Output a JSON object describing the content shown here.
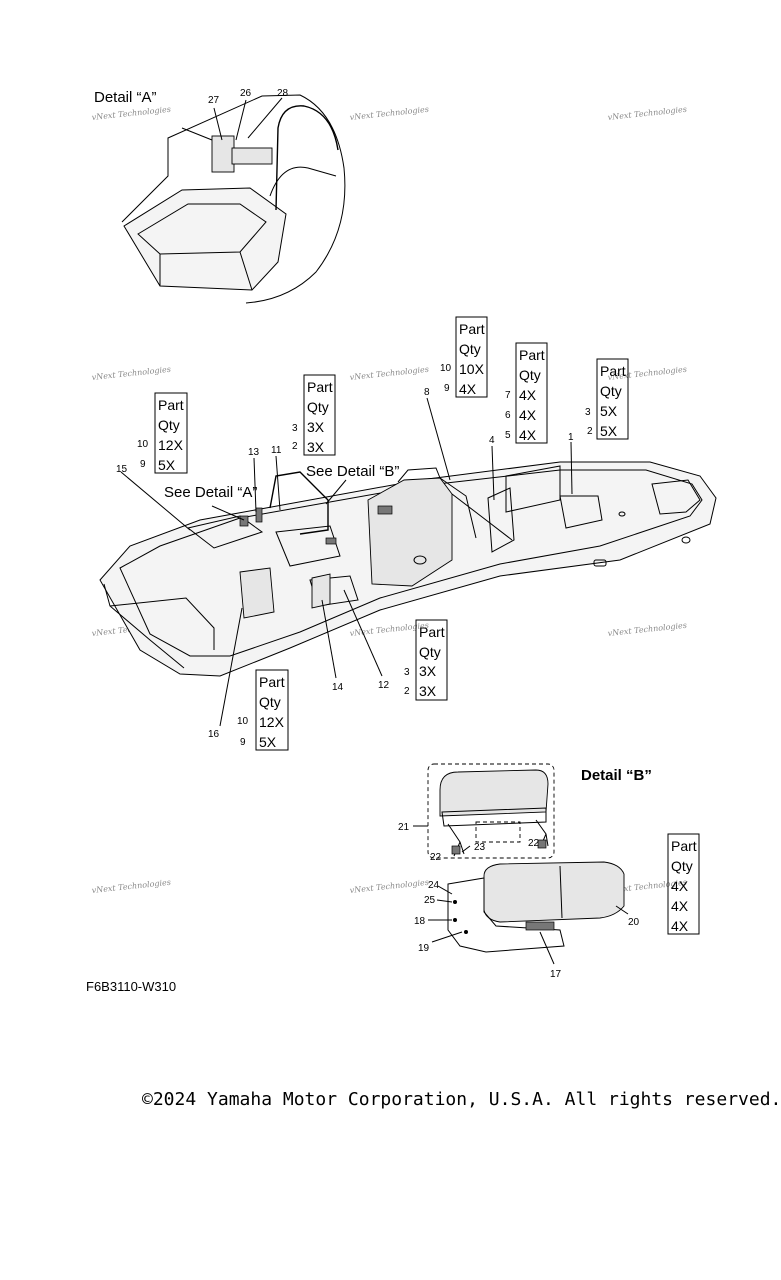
{
  "detail_a": {
    "title": "Detail “A”",
    "callouts": [
      "27",
      "26",
      "28"
    ]
  },
  "detail_b": {
    "title": "Detail “B”",
    "callouts": [
      "21",
      "22",
      "23",
      "22",
      "24",
      "25",
      "18",
      "19",
      "17",
      "20"
    ]
  },
  "main_view": {
    "see_detail_a": "See Detail “A”",
    "see_detail_b": "See Detail “B”",
    "callouts": [
      "15",
      "13",
      "11",
      "8",
      "4",
      "1",
      "16",
      "14",
      "12"
    ]
  },
  "tables": [
    {
      "rows": [
        {
          "part": "Part",
          "qty": ""
        },
        {
          "part": "Qty",
          "qty": ""
        },
        {
          "part": "10",
          "qty": "12X"
        },
        {
          "part": "9",
          "qty": "5X"
        }
      ]
    },
    {
      "rows": [
        {
          "part": "Part",
          "qty": ""
        },
        {
          "part": "Qty",
          "qty": ""
        },
        {
          "part": "3",
          "qty": "3X"
        },
        {
          "part": "2",
          "qty": "3X"
        }
      ]
    },
    {
      "rows": [
        {
          "part": "Part",
          "qty": ""
        },
        {
          "part": "Qty",
          "qty": ""
        },
        {
          "part": "10",
          "qty": "10X"
        },
        {
          "part": "9",
          "qty": "4X"
        }
      ]
    },
    {
      "rows": [
        {
          "part": "Part",
          "qty": ""
        },
        {
          "part": "Qty",
          "qty": ""
        },
        {
          "part": "7",
          "qty": "4X"
        },
        {
          "part": "6",
          "qty": "4X"
        },
        {
          "part": "5",
          "qty": "4X"
        }
      ]
    },
    {
      "rows": [
        {
          "part": "Part",
          "qty": ""
        },
        {
          "part": "Qty",
          "qty": ""
        },
        {
          "part": "3",
          "qty": "5X"
        },
        {
          "part": "2",
          "qty": "5X"
        }
      ]
    },
    {
      "rows": [
        {
          "part": "Part",
          "qty": ""
        },
        {
          "part": "Qty",
          "qty": ""
        },
        {
          "part": "3",
          "qty": "3X"
        },
        {
          "part": "2",
          "qty": "3X"
        }
      ]
    },
    {
      "rows": [
        {
          "part": "Part",
          "qty": ""
        },
        {
          "part": "Qty",
          "qty": ""
        },
        {
          "part": "10",
          "qty": "12X"
        },
        {
          "part": "9",
          "qty": "5X"
        }
      ]
    },
    {
      "rows": [
        {
          "part": "Part",
          "qty": ""
        },
        {
          "part": "Qty",
          "qty": ""
        },
        {
          "part": "",
          "qty": "4X"
        },
        {
          "part": "",
          "qty": "4X"
        },
        {
          "part": "",
          "qty": "4X"
        }
      ]
    }
  ],
  "watermark": "vNext Technologies",
  "diagram_code": "F6B3110-W310",
  "copyright": "©2024 Yamaha Motor Corporation, U.S.A. All rights reserved."
}
